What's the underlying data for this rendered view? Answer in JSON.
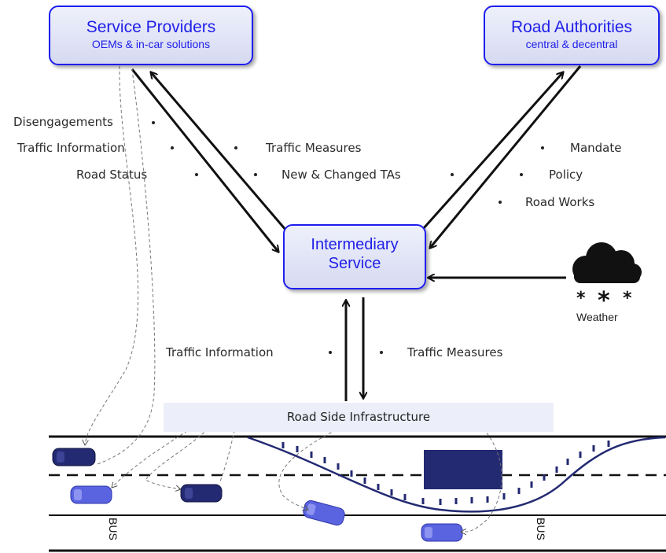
{
  "nodes": {
    "service_providers": {
      "title": "Service Providers",
      "subtitle": "OEMs & in-car solutions"
    },
    "road_authorities": {
      "title": "Road Authorities",
      "subtitle": "central & decentral"
    },
    "intermediary": {
      "line1": "Intermediary",
      "line2": "Service"
    },
    "weather": {
      "label": "Weather"
    },
    "road_side_infrastructure": {
      "label": "Road Side Infrastructure"
    }
  },
  "flows": {
    "from_service_providers": [
      "Disengagements",
      "Traffic Information",
      "Road Status"
    ],
    "to_service_providers": [
      "Traffic Measures",
      "New & Changed TAs"
    ],
    "from_road_authorities": [
      "Mandate",
      "Policy",
      "Road Works"
    ],
    "from_infrastructure": "Traffic Information",
    "to_infrastructure": "Traffic Measures"
  },
  "road": {
    "bus_lane_label": "BUS"
  },
  "colors": {
    "accent": "#1e1ef0",
    "vehicle_dark": "#2a2f7a",
    "vehicle_light": "#5a63e0"
  }
}
